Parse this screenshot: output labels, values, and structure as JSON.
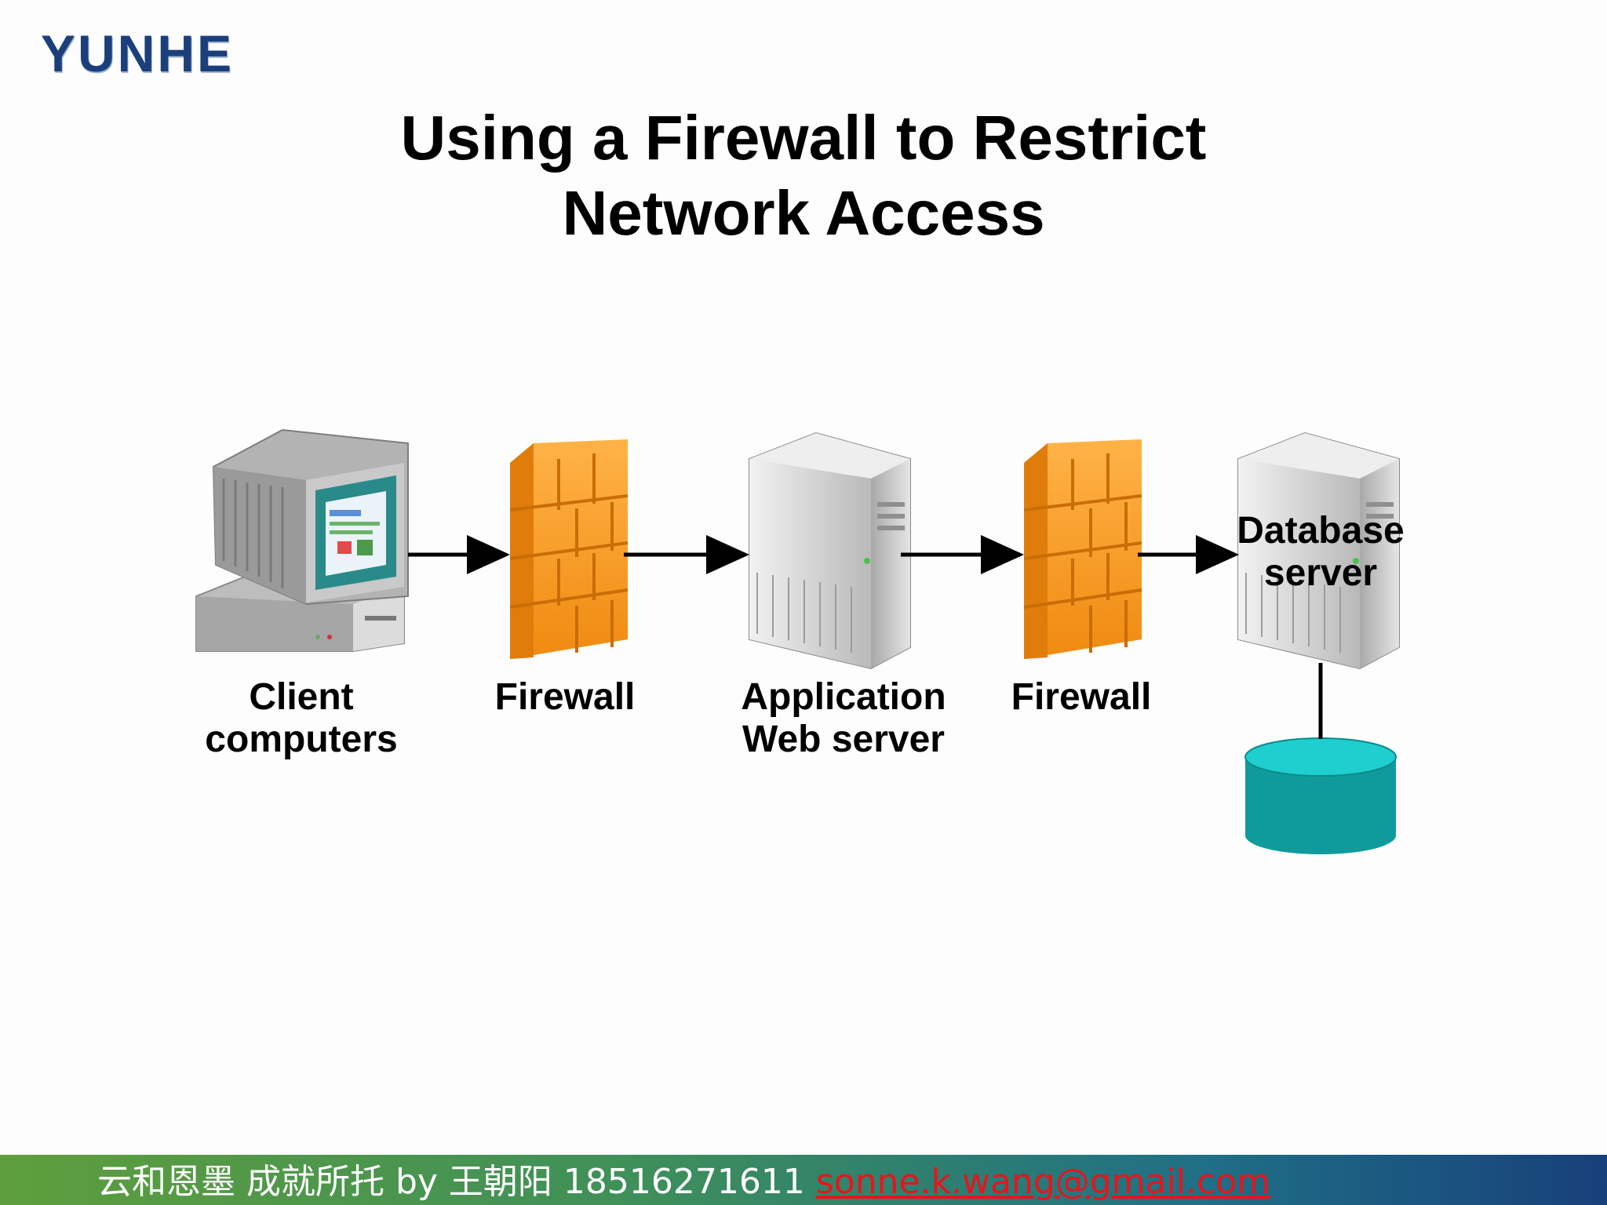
{
  "logo": {
    "text": "YUNHE"
  },
  "title": {
    "line1": "Using a Firewall to Restrict",
    "line2": "Network Access"
  },
  "diagram": {
    "nodes": [
      {
        "id": "client",
        "label_line1": "Client",
        "label_line2": "computers"
      },
      {
        "id": "firewall1",
        "label_line1": "Firewall",
        "label_line2": ""
      },
      {
        "id": "appserver",
        "label_line1": "Application",
        "label_line2": "Web server"
      },
      {
        "id": "firewall2",
        "label_line1": "Firewall",
        "label_line2": ""
      },
      {
        "id": "dbserver",
        "label_line1": "Database",
        "label_line2": "server"
      }
    ],
    "edges": [
      {
        "from": "client",
        "to": "firewall1"
      },
      {
        "from": "firewall1",
        "to": "appserver"
      },
      {
        "from": "appserver",
        "to": "firewall2"
      },
      {
        "from": "firewall2",
        "to": "dbserver"
      },
      {
        "from": "dbserver",
        "to": "database"
      }
    ],
    "colors": {
      "firewall": "#f7941d",
      "database": "#14a7a7",
      "server": "#c9c9c9",
      "screen": "#2a8a8a"
    }
  },
  "footer": {
    "text": "云和恩墨  成就所托  by 王朝阳 18516271611 ",
    "email": "sonne.k.wang@gmail.com"
  }
}
